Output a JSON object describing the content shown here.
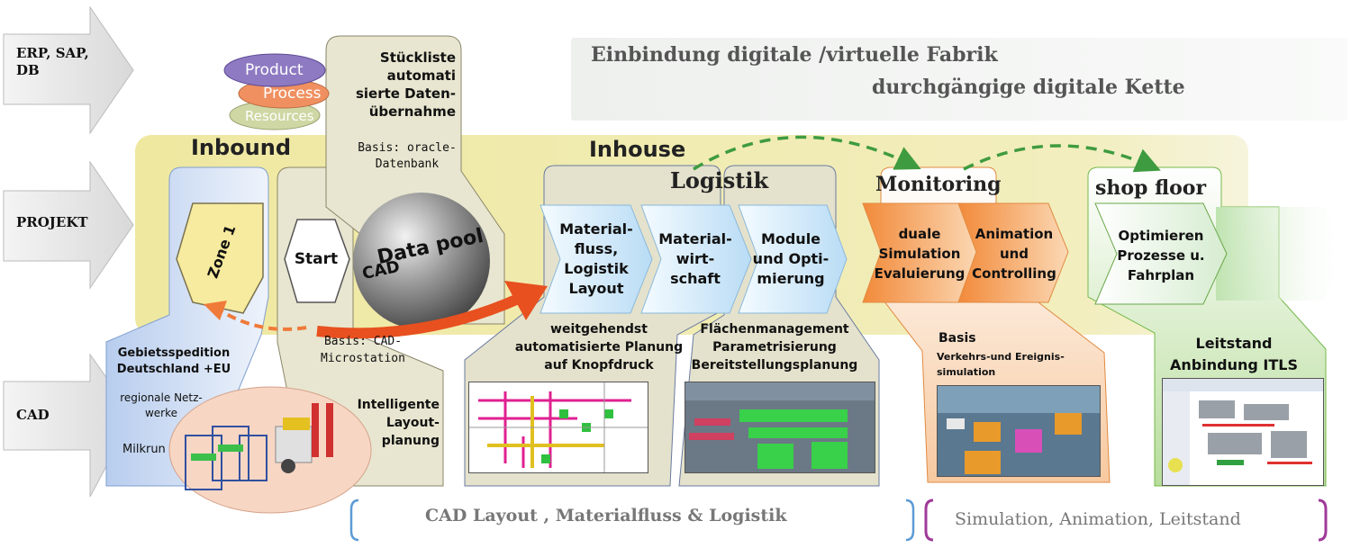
{
  "left_rows": [
    {
      "label": "ERP, SAP,\nDB"
    },
    {
      "label": "PROJEKT"
    },
    {
      "label": "CAD"
    }
  ],
  "banner": {
    "line1": "Einbindung digitale /virtuelle Fabrik",
    "line2": "durchgängige digitale Kette"
  },
  "ppr_stack": [
    "Product",
    "Process",
    "Resources"
  ],
  "stueckliste": "Stückliste\nautomati\nsierte Daten-\nübernahme",
  "basis_oracle": "Basis: oracle-\nDatenbank",
  "sections": {
    "inbound": "Inbound",
    "inhouse": "Inhouse",
    "logistik": "Logistik",
    "monitoring": "Monitoring",
    "shop_floor": "shop floor"
  },
  "zone": "Zone 1",
  "start": "Start",
  "data_pool": {
    "line1": "Data pool",
    "line2": "CAD"
  },
  "logistik_chevrons": [
    "Material-\nfluss,\nLogistik\nLayout",
    "Material-\nwirt-\nschaft",
    "Module\nund Opti-\nmierung"
  ],
  "monitoring_chevrons": [
    "duale\nSimulation\nEvaluierung",
    "Animation\nund\nControlling"
  ],
  "shop_chevron": "Optimieren\nProzesse u.\nFahrplan",
  "inbound_text": {
    "gebiet": "Gebietsspedition\nDeutschland +EU",
    "regional": "regionale Netz-\nwerke",
    "milkrun": "Milkrun"
  },
  "basis_cad": "Basis: CAD-\nMicrostation",
  "intelligente": "Intelligente\nLayout-\nplanung",
  "weitgehend": "weitgehendst\nautomatisierte Planung\nauf Knopfdruck",
  "flaechen": "Flächenmanagement\nParametrisierung\nBereitstellungsplanung",
  "basis_verkehr": {
    "title": "Basis",
    "body": "Verkehrs-und Ereignis-\nsimulation"
  },
  "leitstand": "Leitstand\nAnbindung ITLS",
  "bottom": {
    "left": "CAD Layout ,  Materialfluss & Logistik",
    "right": "Simulation, Animation, Leitstand"
  },
  "colors": {
    "band": "#f0eaa8",
    "inbound_blue": "#c8d8f0",
    "chevron_blue": "#cfe6f8",
    "monitoring_orange": "#f5a35c",
    "shop_green": "#8cc84b",
    "arrow_red": "#e8501f",
    "dashed_green": "#3f9b3f",
    "bracket_blue": "#5b9bd5",
    "bracket_purple": "#a03a9a"
  }
}
